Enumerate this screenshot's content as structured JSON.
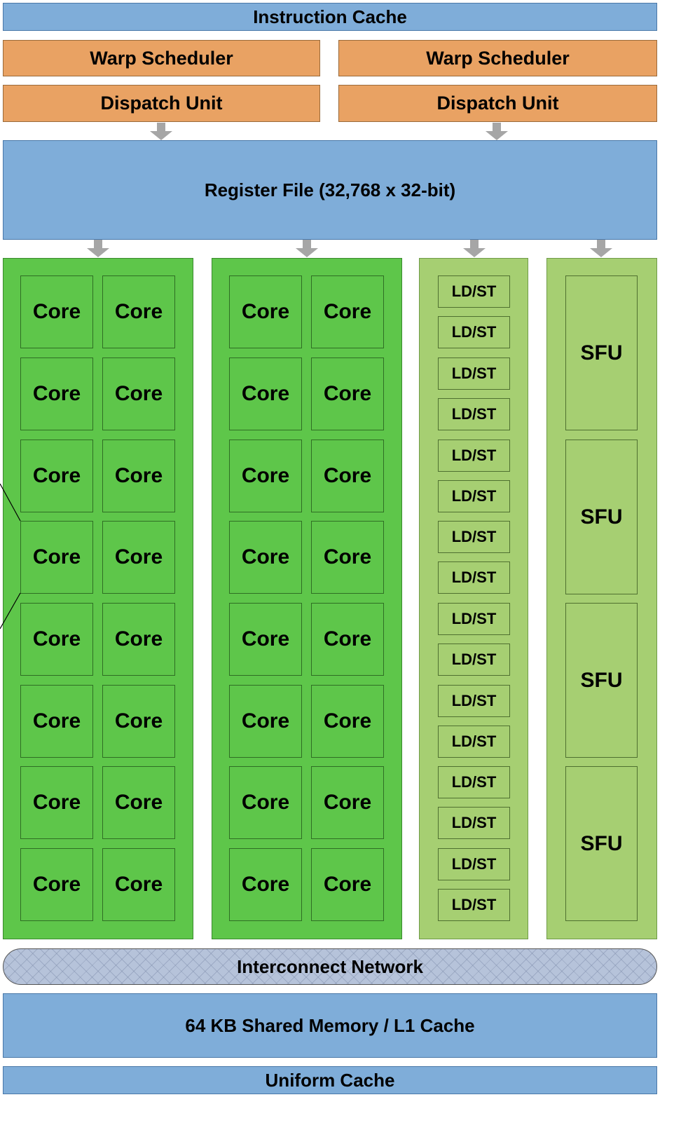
{
  "instruction_cache": "Instruction Cache",
  "warp_schedulers": [
    "Warp Scheduler",
    "Warp Scheduler"
  ],
  "dispatch_units": [
    "Dispatch Unit",
    "Dispatch Unit"
  ],
  "register_file": "Register File (32,768 x 32-bit)",
  "core_label": "Core",
  "ldst_label": "LD/ST",
  "sfu_label": "SFU",
  "interconnect": "Interconnect Network",
  "shared_memory": "64 KB Shared Memory / L1 Cache",
  "uniform_cache": "Uniform Cache",
  "colors": {
    "cache_blue": "#7fadd9",
    "scheduler_orange": "#e9a263",
    "core_green": "#5ec64a",
    "ldst_sfu_green": "#a6cf72",
    "arrow_gray": "#a6a6a6"
  }
}
